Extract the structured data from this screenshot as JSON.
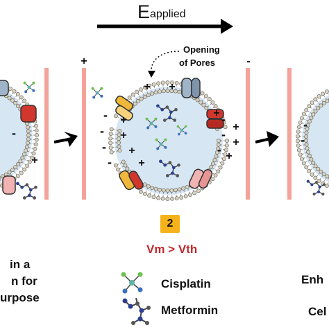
{
  "header": {
    "field_symbol": "E",
    "field_subscript": "applied"
  },
  "annotation": {
    "line1": "Opening",
    "line2": "of Pores"
  },
  "step": {
    "number": "2",
    "condition": "Vm > Vth"
  },
  "legend": [
    {
      "label": "Cisplatin",
      "icon": "cisplatin-molecule-icon"
    },
    {
      "label": "Metformin",
      "icon": "metformin-molecule-icon"
    }
  ],
  "left_panel_text": [
    "in a",
    "n for",
    "urpose"
  ],
  "right_panel_text": [
    "Enh",
    "Cel"
  ],
  "signs": {
    "plus": "+",
    "minus": "-"
  },
  "colors": {
    "electrode": "#f4a39a",
    "cell_interior": "#d6e6f3",
    "lipid_head": "#d9d2bd",
    "channel_red": "#d2372d",
    "channel_orange": "#f0b73a",
    "channel_pink": "#f2b3b3",
    "channel_blue": "#9fb4c9",
    "badge": "#f5b21a",
    "threshold_text": "#c2272d"
  }
}
